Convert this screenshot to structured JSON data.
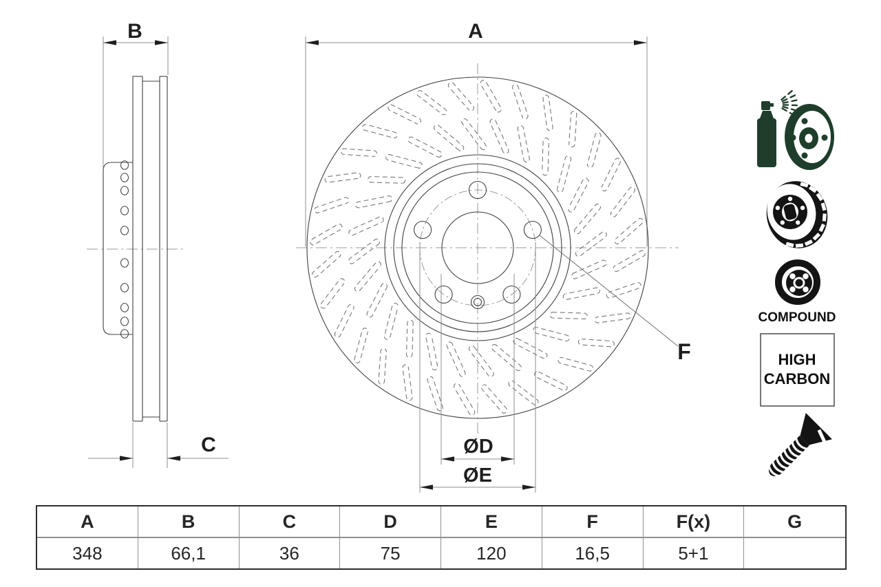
{
  "title": "Brake disc technical drawing",
  "drawing": {
    "dim_labels": {
      "a": "A",
      "b": "B",
      "c": "C",
      "d": "ØD",
      "e": "ØE",
      "f": "F"
    }
  },
  "icons": {
    "compound_label": "COMPOUND",
    "high_carbon": {
      "line1": "HIGH",
      "line2": "CARBON"
    }
  },
  "table": {
    "headers": [
      "A",
      "B",
      "C",
      "D",
      "E",
      "F",
      "F(x)",
      "G"
    ],
    "values": [
      "348",
      "66,1",
      "36",
      "75",
      "120",
      "16,5",
      "5+1",
      ""
    ]
  },
  "colors": {
    "outline": "#3f3f3f",
    "dim": "#8d8d8d",
    "slot": "#767676",
    "centerline": "#9a9a9a",
    "arrow": "#1f1f1f",
    "icon_green": "#1f3d2b",
    "icon_black": "#141414"
  }
}
